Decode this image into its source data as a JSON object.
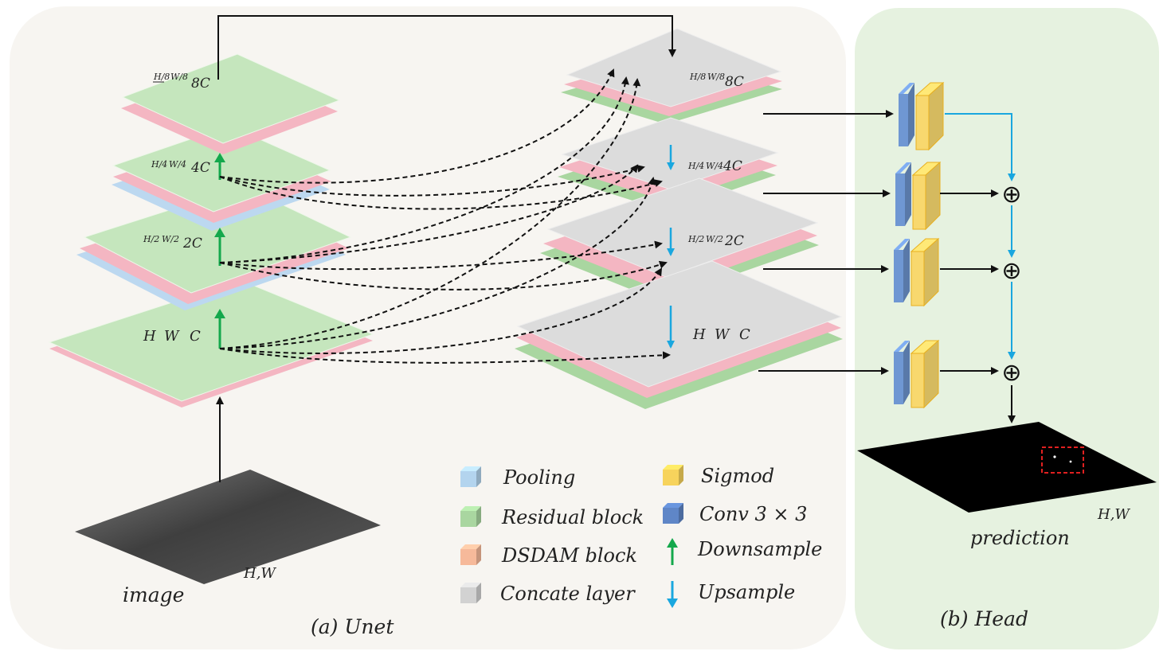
{
  "panels": {
    "unet_caption": "(a)  Unet",
    "head_caption": "(b)  Head"
  },
  "encoder": {
    "input_label": "image",
    "input_size": "H,W",
    "levels": [
      {
        "h": "H",
        "w": "W",
        "c": "C"
      },
      {
        "h": "H/2",
        "w": "W/2",
        "c": "2C"
      },
      {
        "h": "H/4",
        "w": "W/4",
        "c": "4C"
      },
      {
        "h": "H/8",
        "w": "W/8",
        "c": "8C"
      }
    ]
  },
  "decoder": {
    "levels": [
      {
        "h": "H/8",
        "w": "W/8",
        "c": "8C"
      },
      {
        "h": "H/4",
        "w": "W/4",
        "c": "4C"
      },
      {
        "h": "H/2",
        "w": "W/2",
        "c": "2C"
      },
      {
        "h": "H",
        "w": "W",
        "c": "C"
      }
    ]
  },
  "head": {
    "output_label": "prediction",
    "output_size": "H,W",
    "sum_symbol": "⊕"
  },
  "legend": [
    {
      "label": "Pooling",
      "kind": "cube",
      "color": "#b3d4ee"
    },
    {
      "label": "Residual block",
      "kind": "cube",
      "color": "#a9d6a0"
    },
    {
      "label": "DSDAM block",
      "kind": "cube",
      "color": "#f6b99a"
    },
    {
      "label": "Concate layer",
      "kind": "cube",
      "color": "#d2d2d2"
    },
    {
      "label": "Sigmod",
      "kind": "cube",
      "color": "#f7d35c"
    },
    {
      "label": "Conv 3 × 3",
      "kind": "cube",
      "color": "#5f86c7"
    },
    {
      "label": "Downsample",
      "kind": "arrow",
      "color": "#14a84c"
    },
    {
      "label": "Upsample",
      "kind": "arrow",
      "color": "#1aa7df"
    }
  ],
  "colors": {
    "residual": "#c5e6bd",
    "dsdam": "#f4b6c2",
    "pooling": "#bcd8f0",
    "concat": "#dcdcdc",
    "conv": "#6f97d3",
    "sigmoid": "#f8d86e",
    "downsample": "#14a84c",
    "upsample": "#1aa7df",
    "unet_bg": "#f7f5f1",
    "head_bg": "#e6f2e0"
  }
}
